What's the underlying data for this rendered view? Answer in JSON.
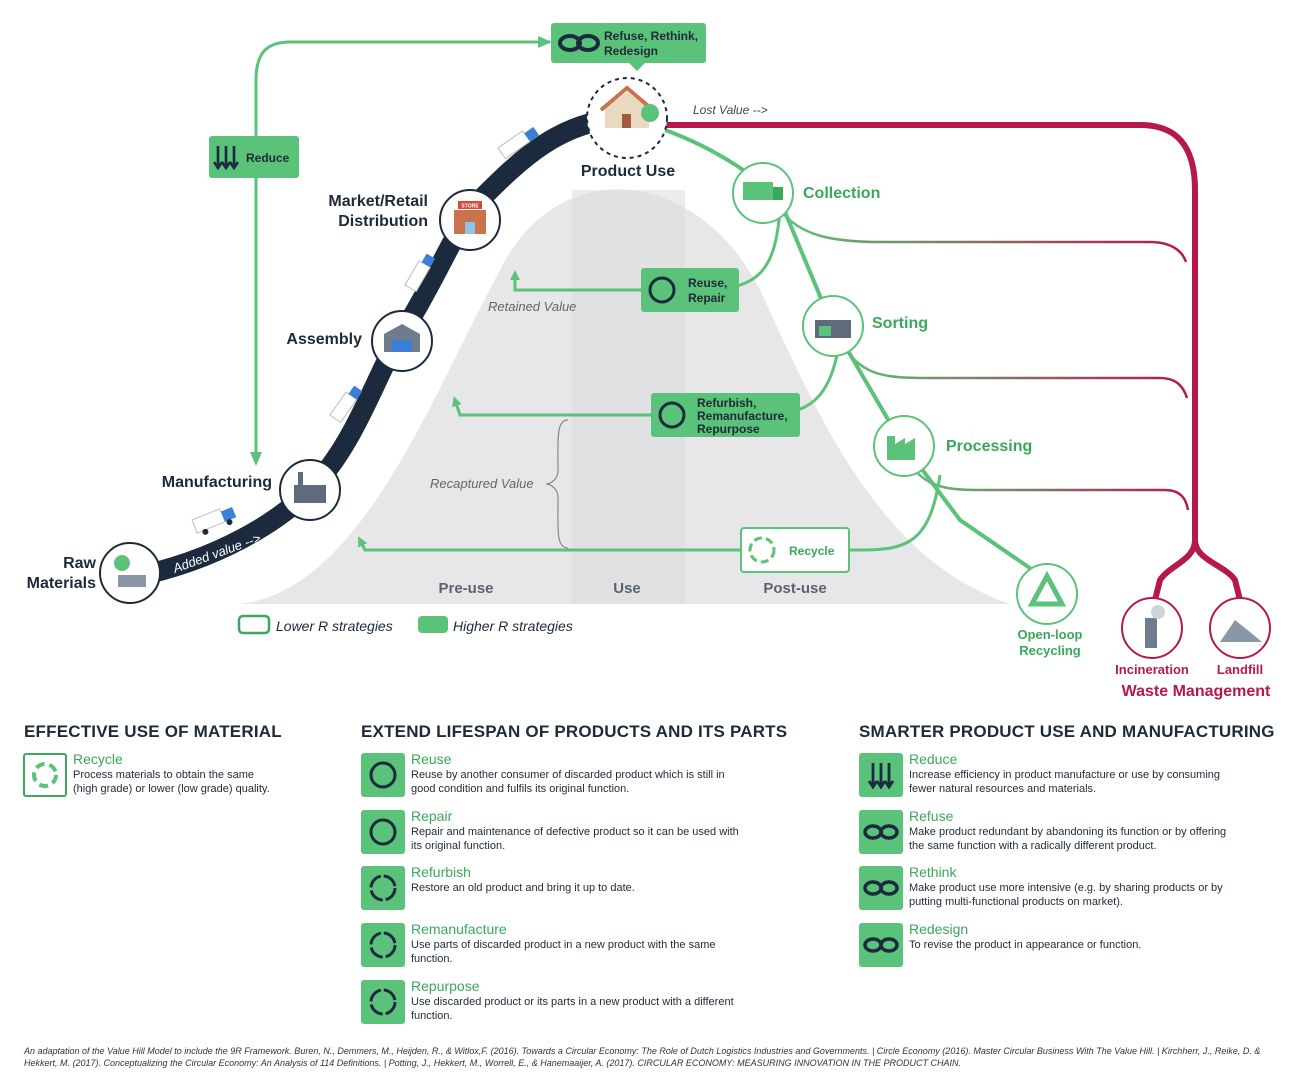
{
  "diagram": {
    "top_box": "Refuse, Rethink, Redesign",
    "reduce_box": "Reduce",
    "lost_value": "Lost Value -->",
    "product_use": "Product Use",
    "market_retail": [
      "Market/Retail",
      "Distribution"
    ],
    "assembly": "Assembly",
    "manufacturing": "Manufacturing",
    "raw_materials": [
      "Raw",
      "Materials"
    ],
    "added_value": "Added value -->",
    "retained_value": "Retained Value",
    "recaptured_value": "Recaptured Value",
    "reuse_repair": [
      "Reuse,",
      "Repair"
    ],
    "refurbish_group": [
      "Refurbish,",
      "Remanufacture,",
      "Repurpose"
    ],
    "recycle_box": "Recycle",
    "collection": "Collection",
    "sorting": "Sorting",
    "processing": "Processing",
    "open_loop": [
      "Open-loop",
      "Recycling"
    ],
    "incineration": "Incineration",
    "landfill": "Landfill",
    "waste_management": "Waste Management",
    "pre_use": "Pre-use",
    "use": "Use",
    "post_use": "Post-use",
    "store_sign": "STORE",
    "legend_lower": "Lower R strategies",
    "legend_higher": "Higher R strategies",
    "colors": {
      "green": "#5bc27a",
      "dark_green": "#3aa85a",
      "navy": "#1b2a3d",
      "crimson": "#b5194b",
      "hill": "#e6e6e8"
    }
  },
  "sections": [
    {
      "title": "EFFECTIVE USE OF MATERIAL",
      "items": [
        {
          "name": "Recycle",
          "icon": "recycle-icon",
          "style": "outline",
          "desc": [
            "Process materials to obtain the same",
            "(high grade) or lower (low grade) quality."
          ]
        }
      ]
    },
    {
      "title": "EXTEND LIFESPAN OF PRODUCTS AND ITS PARTS",
      "items": [
        {
          "name": "Reuse",
          "icon": "cycle-icon",
          "style": "filled",
          "desc": [
            "Reuse by another consumer of discarded product which is still in",
            "good condition and fulfils its original function."
          ]
        },
        {
          "name": "Repair",
          "icon": "cycle-icon",
          "style": "filled",
          "desc": [
            "Repair and maintenance of defective product so it can be used with",
            "its original function."
          ]
        },
        {
          "name": "Refurbish",
          "icon": "cycle-arrows-icon",
          "style": "filled",
          "desc": [
            "Restore an old product and bring it up to date."
          ]
        },
        {
          "name": "Remanufacture",
          "icon": "cycle-arrows-icon",
          "style": "filled",
          "desc": [
            "Use parts of discarded product in a new product with the same",
            "function."
          ]
        },
        {
          "name": "Repurpose",
          "icon": "cycle-arrows-icon",
          "style": "filled",
          "desc": [
            "Use discarded product or its parts in a new product with a different",
            "function."
          ]
        }
      ]
    },
    {
      "title": "SMARTER PRODUCT USE AND MANUFACTURING",
      "items": [
        {
          "name": "Reduce",
          "icon": "reduce-arrows-icon",
          "style": "filled",
          "desc": [
            "Increase efficiency in product manufacture or use by consuming",
            "fewer natural resources and materials."
          ]
        },
        {
          "name": "Refuse",
          "icon": "infinity-icon",
          "style": "filled",
          "desc": [
            "Make product redundant by abandoning its function or by offering",
            "the same function with a radically different product."
          ]
        },
        {
          "name": "Rethink",
          "icon": "infinity-icon",
          "style": "filled",
          "desc": [
            "Make product use more intensive (e.g. by sharing products or by",
            "putting multi-functional products on market)."
          ]
        },
        {
          "name": "Redesign",
          "icon": "infinity-icon",
          "style": "filled",
          "desc": [
            "To revise the product in appearance or function."
          ]
        }
      ]
    }
  ],
  "footnote": "An adaptation of the Value Hill Model to include the 9R Framework. Buren, N., Demmers, M., Heijden, R., & Witlox,F. (2016). Towards a Circular Economy: The Role of Dutch Logistics Industries and Governments. | Circle Economy (2016). Master Circular Business With The Value Hill. | Kirchherr, J., Reike, D. & Hekkert, M. (2017). Conceptualizing the Circular Economy: An Analysis of 114 Definitions. | Potting, J., Hekkert, M., Worrell, E., & Hanemaaijer, A. (2017). CIRCULAR ECONOMY: MEASURING INNOVATION IN THE PRODUCT CHAIN."
}
